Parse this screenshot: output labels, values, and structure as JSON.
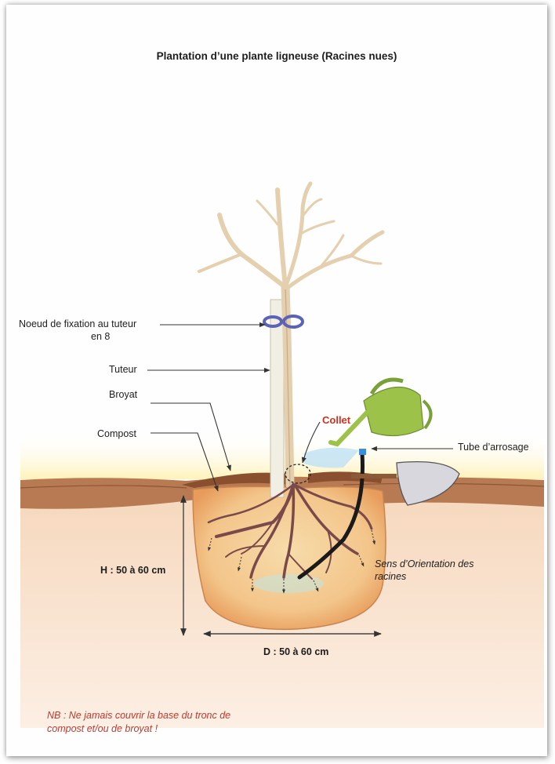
{
  "title": "Plantation d’une plante ligneuse (Racines nues)",
  "labels": {
    "noeud_line1": "Noeud de fixation au tuteur",
    "noeud_line2": "en 8",
    "tuteur": "Tuteur",
    "broyat": "Broyat",
    "compost": "Compost",
    "collet": "Collet",
    "tube": "Tube d’arrosage",
    "sens_line1": "Sens d’Orientation des",
    "sens_line2": "racines",
    "hauteur": "H : 50 à 60 cm",
    "diametre": "D : 50 à 60 cm"
  },
  "note": "NB : Ne jamais couvrir la base du tronc de compost et/ou de broyat !",
  "colors": {
    "soil": "#b87a52",
    "hole": "#f2c27d",
    "stake": "#f1eee4",
    "tree": "#e9d6b6",
    "roots": "#7a4a4a",
    "can": "#9cc24a",
    "tube": "#1a1a1a",
    "note": "#c0392b"
  }
}
